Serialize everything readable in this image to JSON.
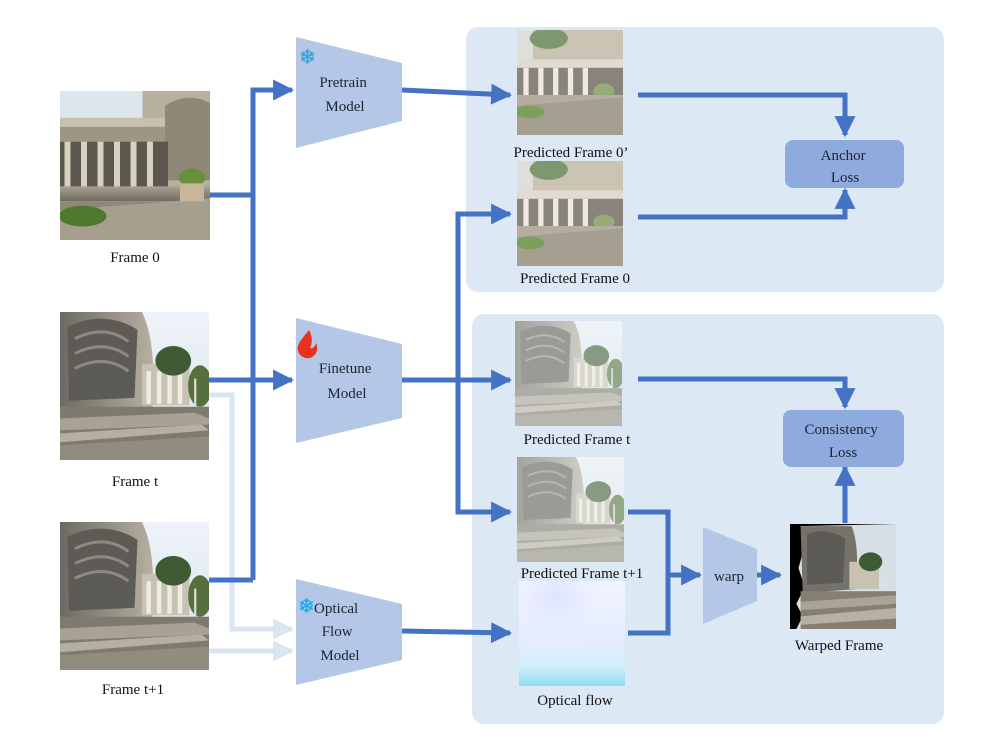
{
  "inputs": {
    "frame0": "Frame 0",
    "framet": "Frame t",
    "framet1": "Frame t+1"
  },
  "models": {
    "pretrain": [
      "Pretrain",
      "Model"
    ],
    "finetune": [
      "Finetune",
      "Model"
    ],
    "optical": [
      "Optical",
      "Flow",
      "Model"
    ],
    "warp": "warp"
  },
  "outputs": {
    "pred0_prime": "Predicted Frame 0’",
    "pred0": "Predicted Frame 0",
    "predt": "Predicted Frame t",
    "predt1": "Predicted Frame t+1",
    "flow": "Optical flow",
    "warped": "Warped Frame"
  },
  "losses": {
    "anchor": [
      "Anchor",
      "Loss"
    ],
    "consistency": [
      "Consistency",
      "Loss"
    ]
  },
  "icons": {
    "pretrain": "snowflake-icon",
    "finetune": "flame-icon",
    "optical": "snowflake-icon"
  },
  "colors": {
    "arrow": "#4472c4",
    "arrow_faint": "#dbe4f3",
    "panel": "#dde8f5",
    "model": "#b4c7e7",
    "loss_box": "#8faadc",
    "snowflake": "#29a8e0",
    "flame": "#e8321f"
  }
}
